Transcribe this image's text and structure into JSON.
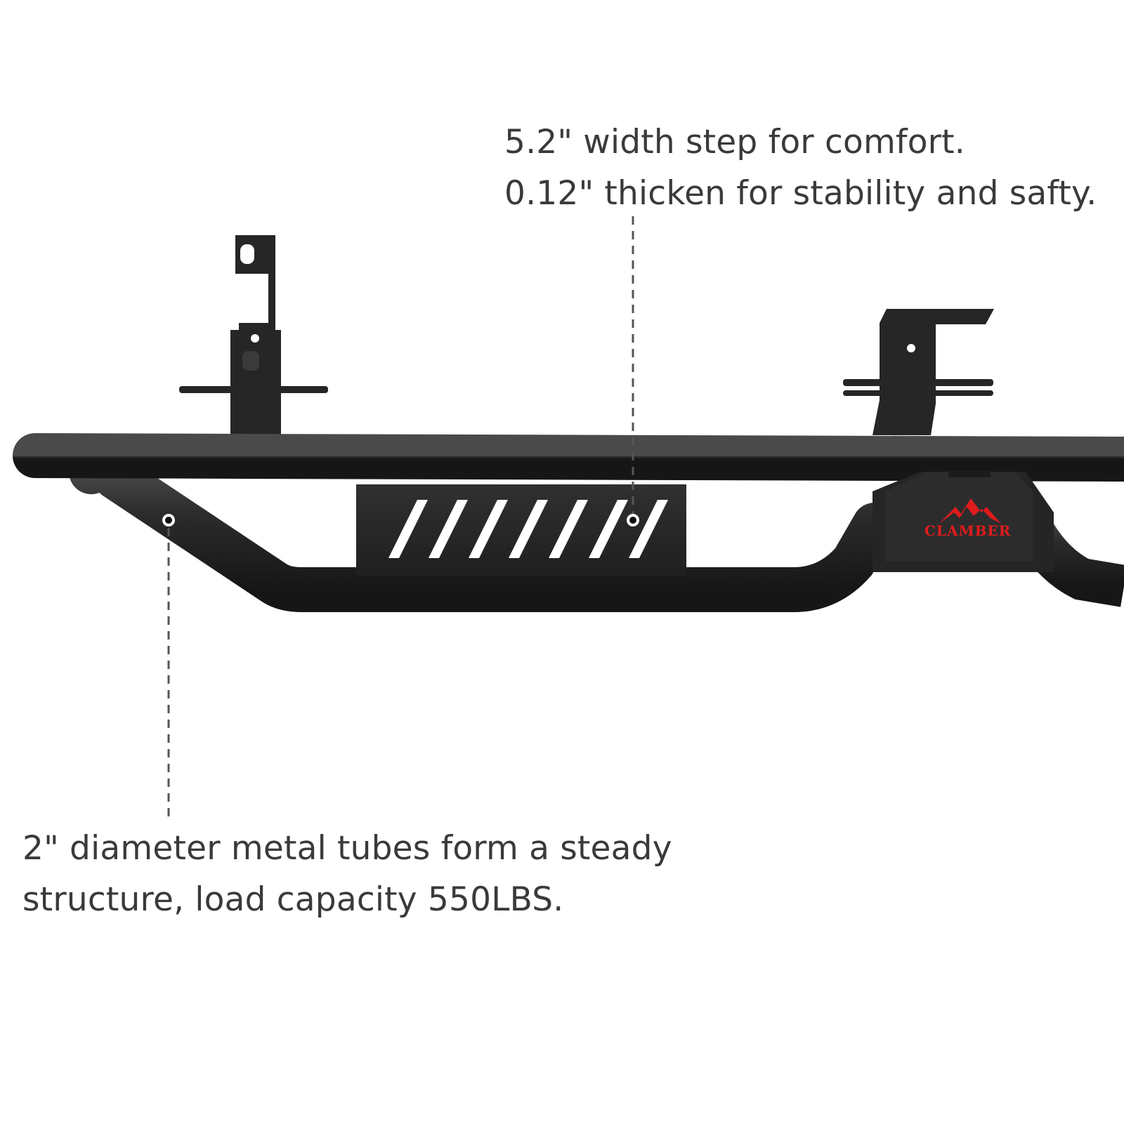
{
  "callouts": {
    "step": {
      "line1": "5.2\" width step for comfort.",
      "line2": "0.12\" thicken for stability and safty."
    },
    "tubes": {
      "line1": "2\" diameter metal tubes form a steady",
      "line2": "structure, load capacity 550LBS."
    }
  },
  "brand": {
    "logo_text": "CLAMBER",
    "logo_color": "#e01b1b"
  },
  "colors": {
    "background": "#ffffff",
    "metal": "#2a2a2a",
    "text": "#3a3a3a",
    "leader_line": "#555555"
  }
}
